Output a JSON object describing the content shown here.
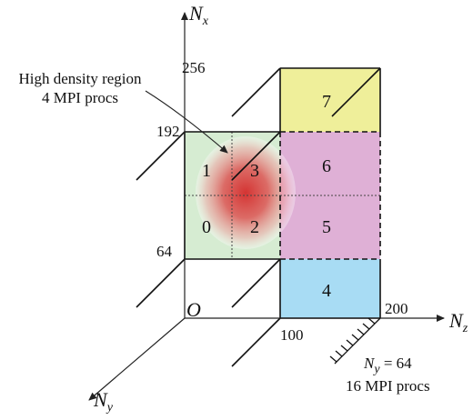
{
  "axes": {
    "x": {
      "symbol": "N",
      "subscript": "x"
    },
    "y": {
      "symbol": "N",
      "subscript": "y"
    },
    "z": {
      "symbol": "N",
      "subscript": "z"
    },
    "origin": "O"
  },
  "ticks": {
    "x": [
      "256",
      "192",
      "64"
    ],
    "z": [
      "100",
      "200"
    ]
  },
  "cells": [
    "0",
    "1",
    "2",
    "3",
    "4",
    "5",
    "6",
    "7"
  ],
  "annotations": {
    "high_density_line1": "High density region",
    "high_density_line2": "4 MPI procs",
    "ny_symbol": "N",
    "ny_sub": "y",
    "ny_eq": " = 64",
    "mpi_procs": "16 MPI procs"
  },
  "colors": {
    "green_region": "#d6ecd2",
    "yellow_cell": "#efef9a",
    "pink_cells": "#dfb0d6",
    "blue_cell": "#a8dcf4",
    "density_red": "#d42a2a"
  }
}
